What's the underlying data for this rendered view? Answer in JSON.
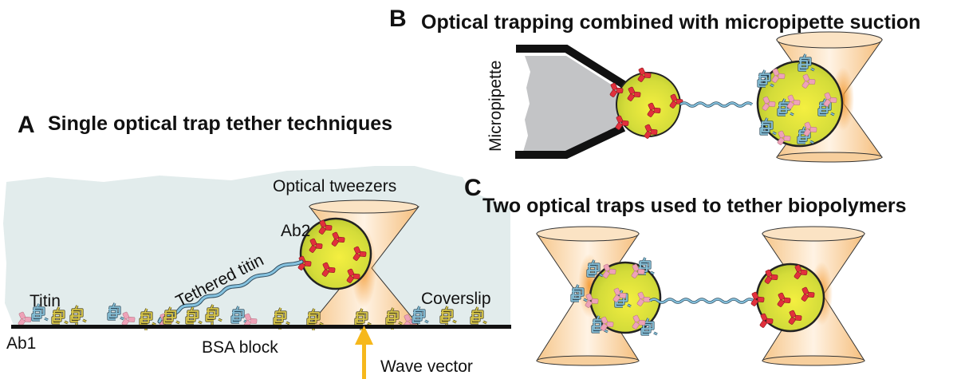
{
  "panels": {
    "A": {
      "letter": "A",
      "title": "Single optical trap tether techniques",
      "labels": {
        "optical_tweezers": "Optical tweezers",
        "ab2": "Ab2",
        "tethered_titin": "Tethered titin",
        "titin": "Titin",
        "coverslip": "Coverslip",
        "ab1": "Ab1",
        "bsa_block": "BSA block",
        "wave_vector": "Wave vector"
      }
    },
    "B": {
      "letter": "B",
      "title": "Optical trapping combined with micropipette suction",
      "labels": {
        "micropipette": "Micropipette"
      }
    },
    "C": {
      "letter": "C",
      "title": "Two optical traps used to tether biopolymers"
    }
  },
  "colors": {
    "fluid": "#e2ecec",
    "bead": "#d7e03a",
    "bead_center": "#f0ee45",
    "beam": "#f7c98e",
    "beam_core": "#f39a30",
    "antibody_red": "#e2303c",
    "antibody_pink": "#eea2b8",
    "titin_blue": "#7ab6d2",
    "bsa_yellow": "#c9b43a",
    "pipette_gray": "#c3c4c6",
    "arrow_yellow": "#f6b81c"
  }
}
